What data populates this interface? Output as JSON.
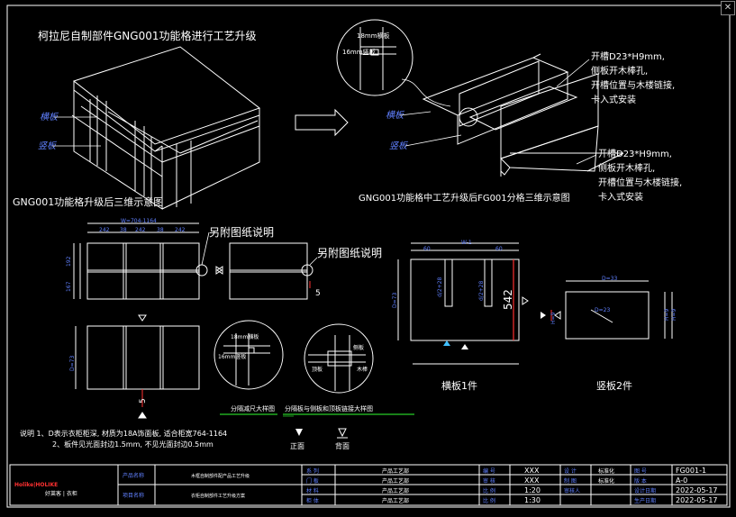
{
  "window": {
    "close_glyph": "✕"
  },
  "titles": {
    "top": "柯拉尼自制部件GNG001功能格进行工艺升级",
    "iso_left": "GNG001功能格升级后三维示意图",
    "iso_right": "GNG001功能格中工艺升级后FG001分格三维示意图",
    "crossbar": "横板1件",
    "upright": "竖板2件"
  },
  "callouts": {
    "heng_ban": "横板",
    "shu_ban": "竖板",
    "t18": "18mm横板",
    "t16": "16mm竖板",
    "see_drawing_1": "另附图纸说明",
    "see_drawing_2": "另附图纸说明",
    "note_a": [
      "开槽D23*H9mm,",
      "侧板开木棒孔,",
      "开槽位置与木楼链接,",
      "卡入式安装"
    ],
    "note_b": [
      "开槽D23*H9mm,",
      "侧板开木棒孔,",
      "开槽位置与木楼链接,",
      "卡入式安装"
    ],
    "side_plate": "侧板",
    "dowel": "木棒",
    "top_panel": "顶板",
    "detail1": "分隔减尺大样图",
    "detail2": "分隔板与侧板和顶板链接大样图"
  },
  "dims": {
    "w_top": "W=704-1164",
    "w_parts": [
      "242",
      "38",
      "242",
      "38",
      "242"
    ],
    "h_left": [
      "192",
      "167"
    ],
    "circle_5": "5",
    "dim_5b": "5",
    "h_side": "D=73",
    "v542": "542",
    "w1": "W-1",
    "d_23": "D=23",
    "d2": "d/2+28",
    "d3": "d/2+28",
    "offsets": [
      "60",
      "60"
    ],
    "d33": "D=33",
    "h_sm": [
      "H=9",
      "H=9"
    ],
    "plan_d": "D=73",
    "h_side2": "H=9"
  },
  "notes": [
    "说明  1、D表示衣柜柜深, 材质为18A饰面板, 适合柜宽764-1164",
    "2、板件见光面封边1.5mm, 不见光面封边0.5mm"
  ],
  "views": {
    "front": "正面",
    "back": "背面"
  },
  "title_block": {
    "logo_top": "Holike|HOLIKE",
    "logo_bottom": "好莱客 | 衣柜",
    "product_name_lbl": "产品名称",
    "product_name_val": "木框自制部件配产品工艺升级",
    "project_name_lbl": "项目名称",
    "project_name_val": "衣柜自制部件工艺升级方案",
    "rows_a": [
      "系    列",
      "门    板",
      "材    料",
      "柜    体"
    ],
    "rows_b": [
      "产品工艺部",
      "产品工艺部",
      "产品工艺部",
      "产品工艺部"
    ],
    "rows_c": [
      "编    号",
      "审    核",
      "比    例",
      "比    例"
    ],
    "rows_d": [
      "XXX",
      "XXX",
      "1:20",
      "1:30"
    ],
    "rows_e": [
      "设    计",
      "制    图",
      "审核人",
      ""
    ],
    "rows_f": [
      "标准化",
      "标准化",
      "",
      ""
    ],
    "rows_g": [
      "图    号",
      "版    本",
      "设计日期",
      "生产日期"
    ],
    "rows_h": [
      "FG001-1",
      "A-0",
      "2022-05-17",
      "2022-05-17"
    ]
  }
}
